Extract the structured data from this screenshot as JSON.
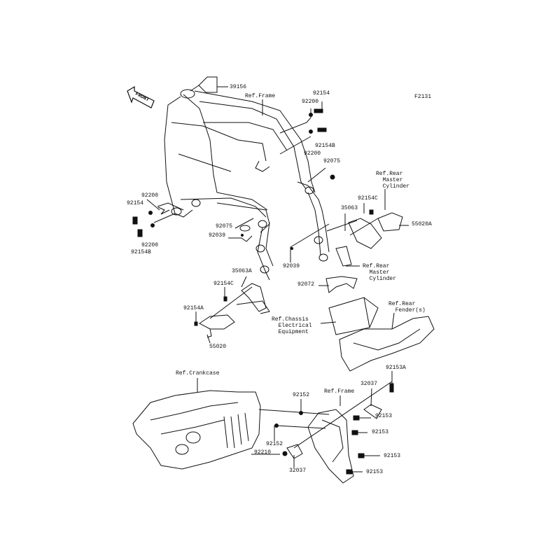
{
  "diagram_id": "F2131",
  "front_arrow": "FRONT",
  "callouts": {
    "c39156": "39156",
    "ref_frame_top": "Ref.Frame",
    "c92154_top": "92154",
    "c92200_top": "92200",
    "c92154B_top": "92154B",
    "c92200_mid": "92200",
    "c92075_right": "92075",
    "ref_rear_master_cyl_top": "Ref.Rear\n  Master\n  Cylinder",
    "c92154C_right": "92154C",
    "c35063": "35063",
    "c55020A": "55020A",
    "c92200_left_top": "92200",
    "c92154_left": "92154",
    "c92200_left_bottom": "92200",
    "c92154B_left": "92154B",
    "c92075_left": "92075",
    "c92039_left": "92039",
    "c92039_mid": "92039",
    "ref_rear_master_cyl_bottom": "Ref.Rear\n  Master\n  Cylinder",
    "c35063A": "35063A",
    "c92154C_left": "92154C",
    "c92072": "92072",
    "c92154A": "92154A",
    "c55020": "55020",
    "ref_rear_fender": "Ref.Rear\n  Fender(s)",
    "ref_chassis_electrical": "Ref.Chassis\n  Electrical\n  Equipment",
    "ref_crankcase": "Ref.Crankcase",
    "c92153A": "92153A",
    "c32037_top": "32037",
    "ref_frame_bottom": "Ref.Frame",
    "c92152_top": "92152",
    "c92153_1": "92153",
    "c92153_2": "92153",
    "c92153_3": "92153",
    "c92153_4": "92153",
    "c92152_bottom": "92152",
    "c92210": "92210",
    "c32037_bottom": "32037"
  }
}
